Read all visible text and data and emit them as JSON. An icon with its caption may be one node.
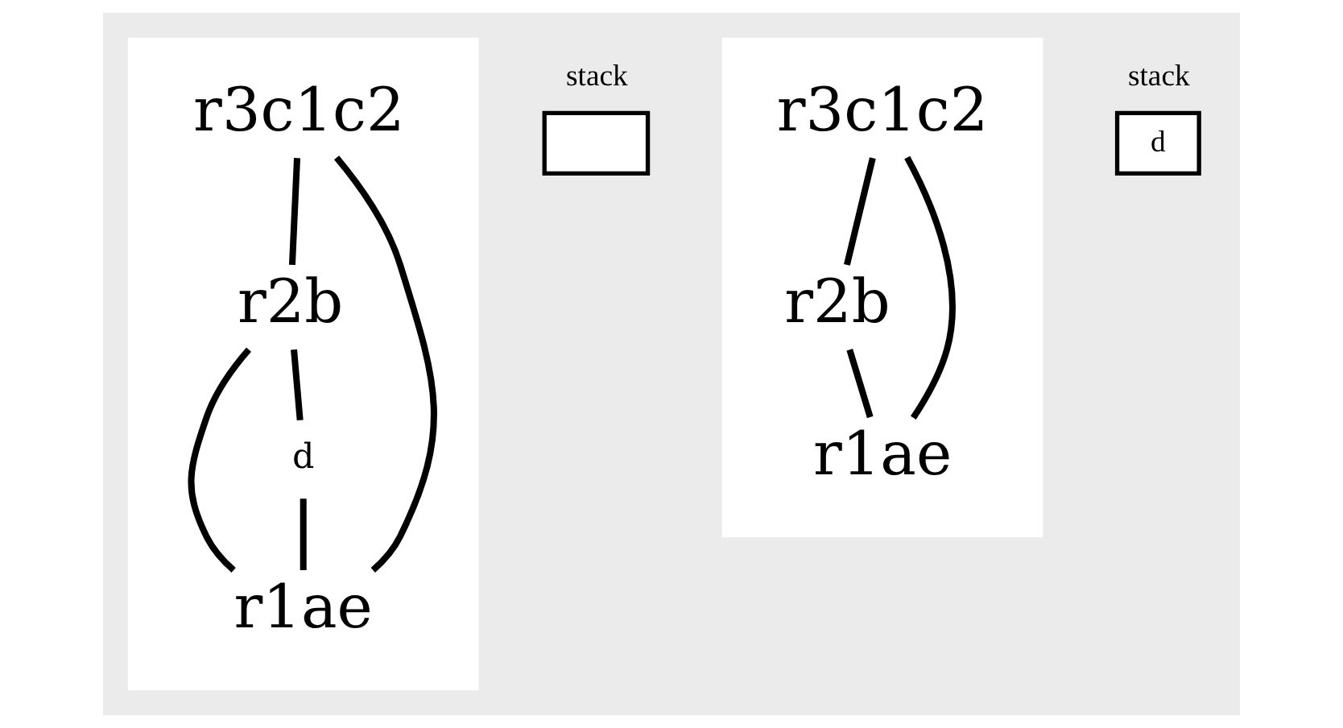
{
  "diagram": {
    "nodes": [
      {
        "text": [],
        "shape": "box"
      },
      {
        "text": [
          "r3c1c2"
        ],
        "in": 0
      },
      {
        "text": [
          "r2b"
        ],
        "in": 0
      },
      {
        "text": [
          "r1ae"
        ],
        "in": 0
      },
      {
        "text": [
          "d"
        ],
        "in": 0
      },
      {
        "text": [],
        "shape": "box",
        "beside": [
          "stack"
        ]
      },
      {
        "text": [],
        "shape": "box"
      },
      {
        "text": [
          "r3c1c2"
        ],
        "in": 6
      },
      {
        "text": [
          "r2b"
        ],
        "in": 6
      },
      {
        "text": [
          "r1ae"
        ],
        "in": 6
      },
      {
        "text": [
          "d"
        ],
        "beside": [
          "stack"
        ]
      }
    ],
    "edges": [
      {
        "from": 1,
        "to": 2,
        "arrow": "none"
      },
      {
        "from": 1,
        "to": 3,
        "arrow": "none"
      },
      {
        "from": 2,
        "to": 3,
        "arrow": "none"
      },
      {
        "from": 2,
        "to": 4,
        "arrow": "none"
      },
      {
        "from": 4,
        "to": 3,
        "arrow": "none"
      },
      {
        "from": 7,
        "to": 8,
        "arrow": "none"
      },
      {
        "from": 7,
        "to": 9,
        "arrow": "none"
      },
      {
        "from": 8,
        "to": 9,
        "arrow": "none"
      }
    ]
  }
}
